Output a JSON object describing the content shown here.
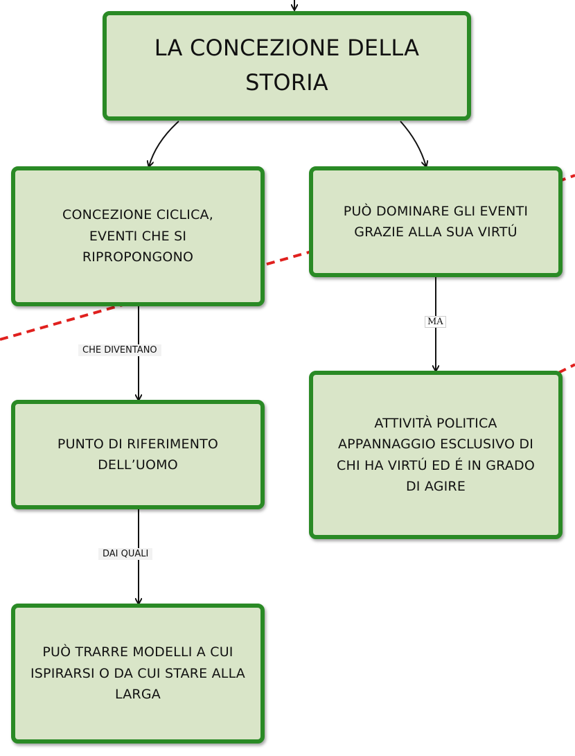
{
  "colors": {
    "node_fill": "#d9e5c8",
    "node_border": "#2a8a25",
    "dashed_line": "#e0201e",
    "arrow": "#111111"
  },
  "nodes": {
    "title": "LA CONCEZIONE DELLA STORIA",
    "cyclic": "CONCEZIONE CICLICA, EVENTI CHE SI RIPROPONGONO",
    "dominate": "PUÒ DOMINARE GLI EVENTI GRAZIE ALLA SUA VIRTÚ",
    "reference": "PUNTO DI RIFERIMENTO DELL’UOMO",
    "politics": "ATTIVITÀ POLITICA APPANNAGGIO ESCLUSIVO DI CHI HA VIRTÚ ED É IN GRADO DI AGIRE",
    "models": "PUÒ TRARRE MODELLI A CUI ISPIRARSI O DA CUI STARE ALLA LARGA"
  },
  "links": {
    "becomes": "CHE DIVENTANO",
    "but": "MA",
    "from_which": "DAI QUALI"
  }
}
